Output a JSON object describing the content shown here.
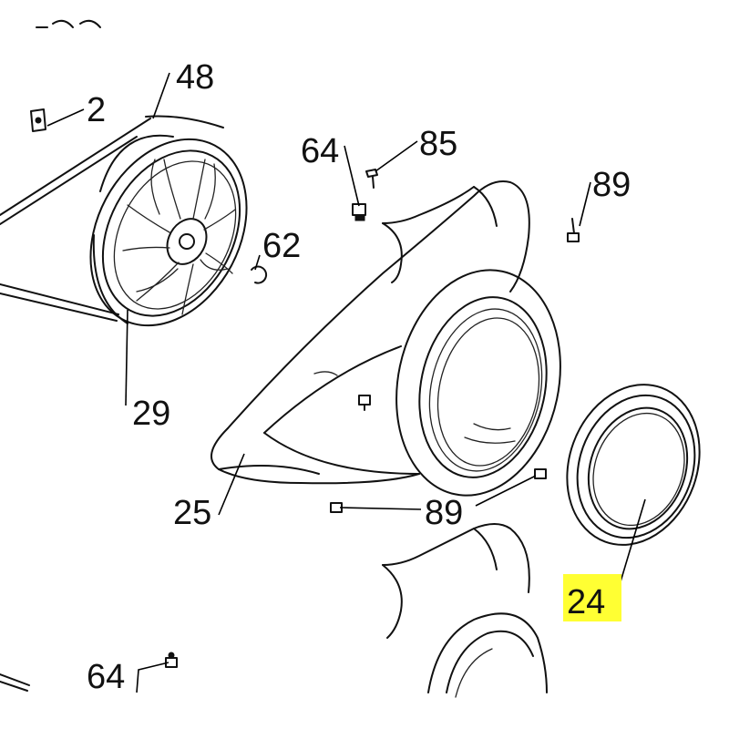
{
  "callouts": {
    "c48": "48",
    "c2": "2",
    "c64a": "64",
    "c85": "85",
    "c89a": "89",
    "c62": "62",
    "c29": "29",
    "c25": "25",
    "c89b": "89",
    "c24": "24",
    "c64b": "64"
  },
  "colors": {
    "line": "#111111",
    "highlight": "#ffff33"
  }
}
